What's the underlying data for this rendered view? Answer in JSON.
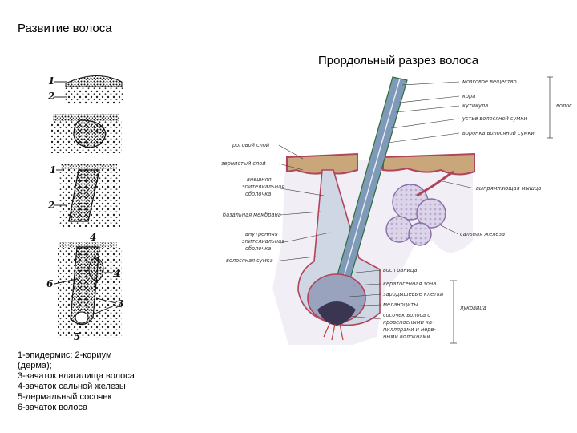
{
  "slide": {
    "title": "Развитие волоса",
    "subtitle": "Прордольный разрез волоса"
  },
  "development_figure": {
    "markers": [
      "1",
      "2",
      "1",
      "2",
      "4",
      "3",
      "6",
      "5"
    ]
  },
  "caption_lines": [
    "1-эпидермис; 2-кориум",
    "(дерма);",
    "3-зачаток влагалища волоса",
    "4-зачаток сальной железы",
    "5-дермальный сосочек",
    "6-зачаток волоса"
  ],
  "section_labels": {
    "right_top": [
      "мозговое вещество",
      "кора",
      "кутикула",
      "устье волосяной сумки",
      "воронка волосяной сумки"
    ],
    "right_bracket_top": "волос",
    "left": [
      "роговой слой",
      "зернистый слой",
      "внешняя",
      "эпителиальная",
      "оболочка",
      "базальная мембрана",
      "внутренняя",
      "эпителиальная",
      "оболочка",
      "волосяная сумка"
    ],
    "right_mid": [
      "выпрямляющая мышца",
      "сальная железа"
    ],
    "right_bottom": [
      "вос.граница",
      "кератогенная зона",
      "зародышевые клетки",
      "меланоциты",
      "сосочек волоса с",
      "кровеносными ка-",
      "пиллярами и нерв-",
      "ными волокнами"
    ],
    "right_bracket_bottom": "луковица"
  },
  "colors": {
    "epidermis": "#c9a77a",
    "dermis": "#e8e2ee",
    "skin_edge": "#b0445a",
    "shaft": "#7e9ab8",
    "gland": "#d7cfe4",
    "bulb": "#5f6b8c"
  }
}
